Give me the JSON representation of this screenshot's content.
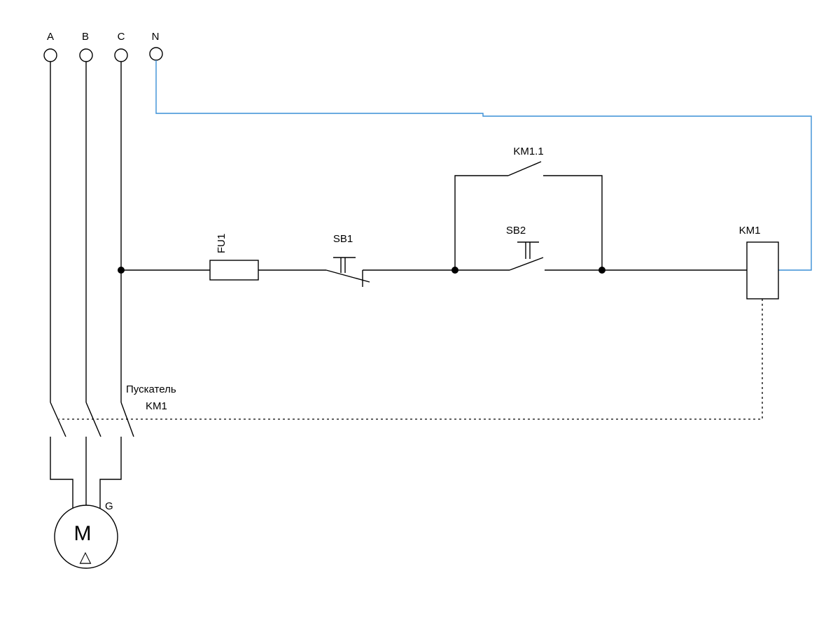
{
  "terminals": {
    "a": "A",
    "b": "B",
    "c": "C",
    "n": "N"
  },
  "components": {
    "fuse": "FU1",
    "stop_button": "SB1",
    "start_button": "SB2",
    "holding_contact": "KM1.1",
    "coil": "KM1",
    "starter_line1": "Пускатель",
    "starter_line2": "KM1",
    "motor_ground": "G",
    "motor": "M",
    "motor_connection": "△"
  },
  "colors": {
    "neutral_wire": "#3a8fd6",
    "wire": "#000000"
  }
}
